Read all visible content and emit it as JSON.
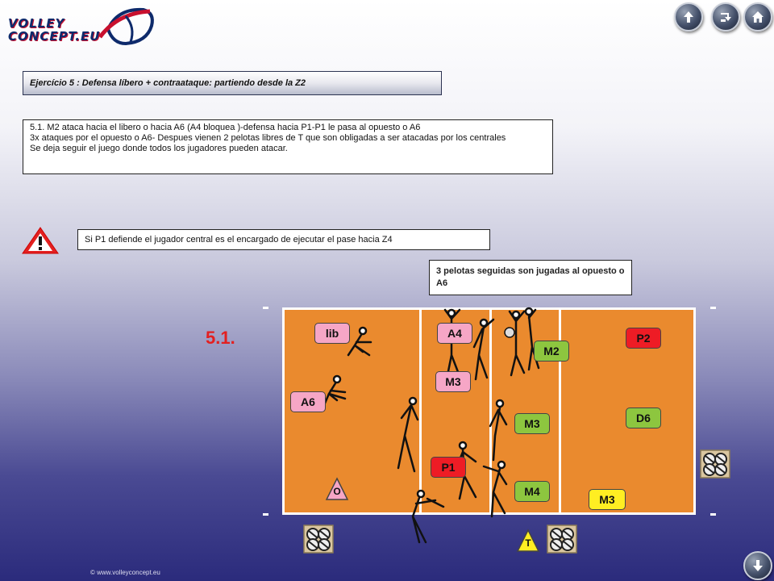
{
  "logo": {
    "line1": "VOLLEY",
    "line2": "CONCEPT.EU"
  },
  "nav": {
    "icons": [
      "up-arrow-icon",
      "return-icon",
      "home-icon",
      "down-arrow-icon"
    ]
  },
  "title": "Ejercício 5 : Defensa líbero + contraataque: partiendo desde la Z2",
  "description": [
    "5.1. M2 ataca hacia el libero o hacia A6 (A4 bloquea )-defensa hacia P1-P1 le pasa al opuesto o A6",
    "3x ataques por el opuesto o A6- Despues vienen 2 pelotas libres de T que son obligadas a ser atacadas por los centrales",
    "Se deja seguir el juego donde todos los jugadores pueden atacar."
  ],
  "warning_note": "Si P1 defiende el jugador central es el encargado de ejecutar el pase hacia Z4",
  "note2": "3 pelotas seguidas son jugadas al opuesto o A6",
  "exercise_label": "5.1.",
  "players": {
    "lib": "lib",
    "a4": "A4",
    "a6": "A6",
    "m3_left": "M3",
    "p1": "P1",
    "m2": "M2",
    "m3_mid": "M3",
    "m4": "M4",
    "p2": "P2",
    "d6": "D6",
    "m3_right": "M3"
  },
  "markers": {
    "o": "O",
    "t": "T"
  },
  "colors": {
    "court": "#ea8a2e",
    "pink": "#f6a6c6",
    "green": "#8dc63f",
    "red": "#ee1c25",
    "yellow": "#ffee22",
    "title_red": "#e32020"
  },
  "copyright": "© www.volleyconcept.eu"
}
